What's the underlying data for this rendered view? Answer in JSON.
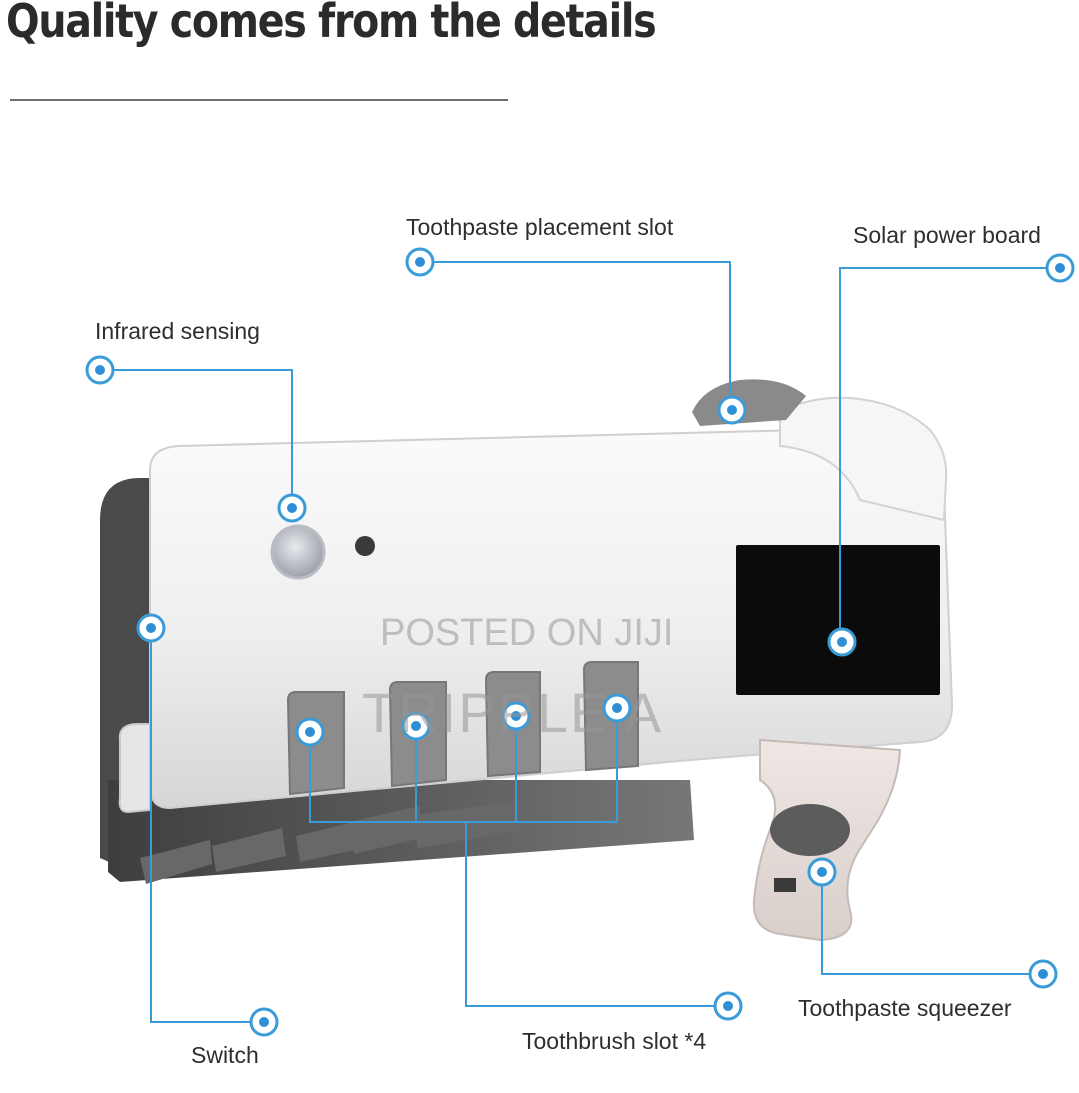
{
  "heading": "Quality comes from the details",
  "callouts": {
    "toothpaste_slot": "Toothpaste placement slot",
    "solar_board": "Solar power board",
    "infrared": "Infrared sensing",
    "switch": "Switch",
    "toothbrush_slot": "Toothbrush slot *4",
    "squeezer": "Toothpaste squeezer"
  },
  "watermark": {
    "line1": "POSTED ON JIJI",
    "line2": "TRIPPLE A"
  },
  "colors": {
    "accent": "#2f8fd6",
    "leader": "#3a9bd8",
    "heading": "#2b2b2b",
    "solar_panel": "#0b0b0b",
    "body": "#f3f3f3",
    "shadow": "#5a5a5a"
  }
}
